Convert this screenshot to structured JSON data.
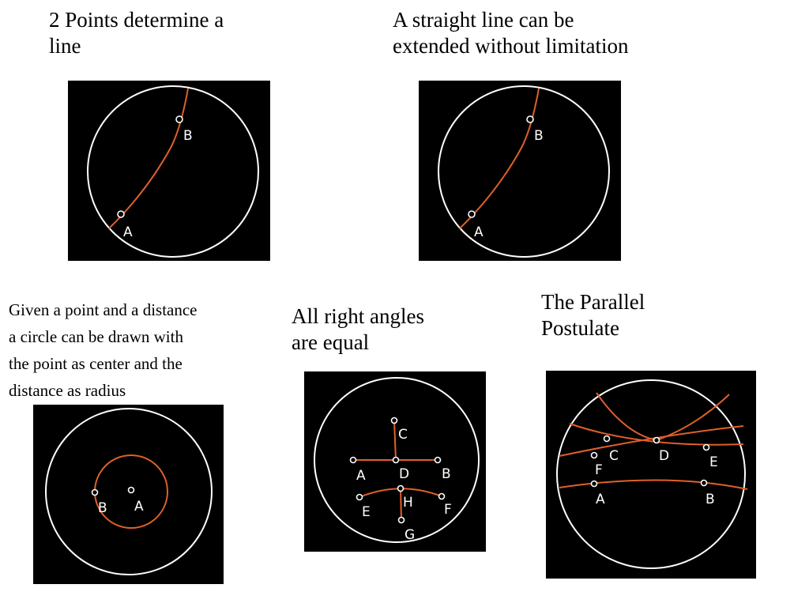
{
  "colors": {
    "background": "#000000",
    "boundary": "#ffffff",
    "line": "#e0602a",
    "page": "#ffffff"
  },
  "axioms": [
    {
      "caption": "2 Points determine a\nline",
      "labels": {
        "a": "A",
        "b": "B"
      }
    },
    {
      "caption": "A straight line can be\nextended without limitation",
      "labels": {
        "a": "A",
        "b": "B"
      }
    },
    {
      "caption": "Given a point and a distance\na circle can be drawn with\nthe point as center and the\ndistance as radius",
      "labels": {
        "a": "A",
        "b": "B"
      }
    },
    {
      "caption": "All right angles\nare equal",
      "labels": {
        "a": "A",
        "b": "B",
        "c": "C",
        "d": "D",
        "e": "E",
        "f": "F",
        "g": "G",
        "h": "H"
      }
    },
    {
      "caption": "The Parallel\nPostulate",
      "labels": {
        "a": "A",
        "b": "B",
        "c": "C",
        "d": "D",
        "e": "E",
        "f": "F"
      }
    }
  ]
}
